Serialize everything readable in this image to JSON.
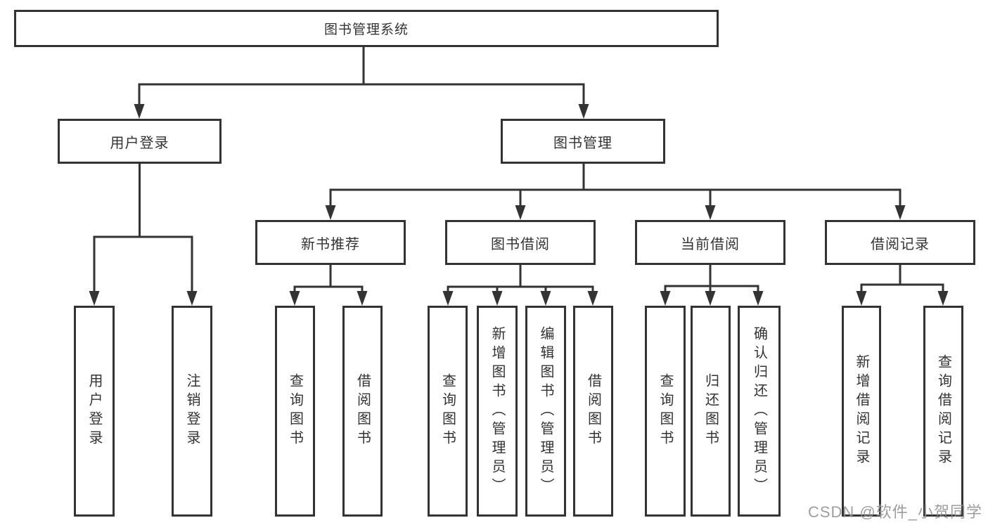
{
  "watermark": "CSDN @软件_小贺同学",
  "nodes": {
    "root": "图书管理系统",
    "user_login_module": "用户登录",
    "book_management": "图书管理",
    "new_book_recommend": "新书推荐",
    "book_borrowing": "图书借阅",
    "current_borrowing": "当前借阅",
    "borrowing_records": "借阅记录",
    "leaf_user_login": "用户登录",
    "leaf_logout": "注销登录",
    "leaf_nb_query": "查询图书",
    "leaf_nb_borrow": "借阅图书",
    "leaf_bb_query": "查询图书",
    "leaf_bb_add": "新增图书（管理员）",
    "leaf_bb_edit": "编辑图书（管理员）",
    "leaf_bb_borrow": "借阅图书",
    "leaf_cb_query": "查询图书",
    "leaf_cb_return": "归还图书",
    "leaf_cb_confirm": "确认归还（管理员）",
    "leaf_rec_add": "新增借阅记录",
    "leaf_rec_query": "查询借阅记录"
  },
  "colors": {
    "line": "#333333",
    "box_border": "#333333",
    "text": "#333333",
    "watermark": "#949494"
  }
}
